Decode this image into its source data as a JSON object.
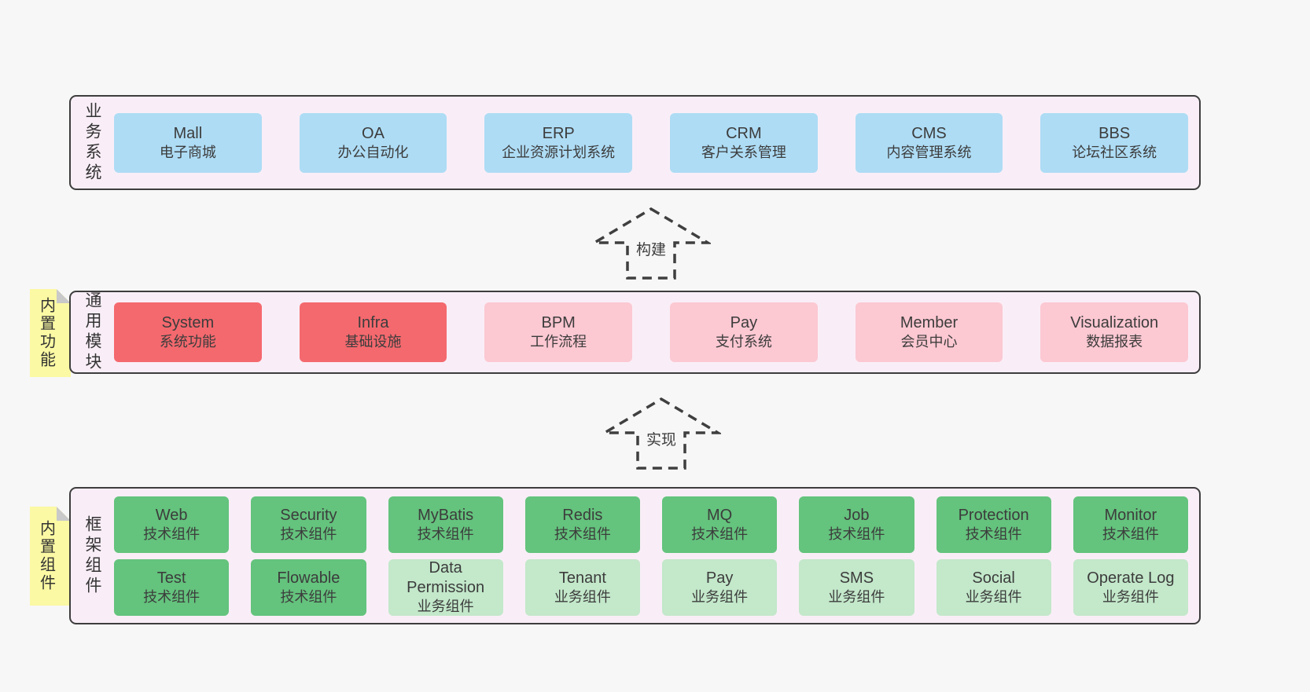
{
  "palette": {
    "page_bg": "#f7f7f7",
    "panel_bg": "#f9eef7",
    "panel_border": "#3d3d3d",
    "blue_box": "#aedcf5",
    "red_box": "#f4696e",
    "pink_box": "#fcc8d2",
    "green_box": "#64c37d",
    "light_green_box": "#c3e8ca",
    "sticky_yellow": "#fbf9a3",
    "text": "#3c3c3c"
  },
  "business": {
    "label": "业务系统",
    "boxes": [
      {
        "en": "Mall",
        "zh": "电子商城"
      },
      {
        "en": "OA",
        "zh": "办公自动化"
      },
      {
        "en": "ERP",
        "zh": "企业资源计划系统"
      },
      {
        "en": "CRM",
        "zh": "客户关系管理"
      },
      {
        "en": "CMS",
        "zh": "内容管理系统"
      },
      {
        "en": "BBS",
        "zh": "论坛社区系统"
      }
    ]
  },
  "arrow_build": {
    "label": "构建"
  },
  "modules": {
    "label": "通用模块",
    "sticky": "内置功能",
    "boxes": [
      {
        "en": "System",
        "zh": "系统功能"
      },
      {
        "en": "Infra",
        "zh": "基础设施"
      },
      {
        "en": "BPM",
        "zh": "工作流程"
      },
      {
        "en": "Pay",
        "zh": "支付系统"
      },
      {
        "en": "Member",
        "zh": "会员中心"
      },
      {
        "en": "Visualization",
        "zh": "数据报表"
      }
    ]
  },
  "arrow_implement": {
    "label": "实现"
  },
  "components": {
    "label": "框架组件",
    "sticky": "内置组件",
    "row1": [
      {
        "en": "Web",
        "zh": "技术组件"
      },
      {
        "en": "Security",
        "zh": "技术组件"
      },
      {
        "en": "MyBatis",
        "zh": "技术组件"
      },
      {
        "en": "Redis",
        "zh": "技术组件"
      },
      {
        "en": "MQ",
        "zh": "技术组件"
      },
      {
        "en": "Job",
        "zh": "技术组件"
      },
      {
        "en": "Protection",
        "zh": "技术组件"
      },
      {
        "en": "Monitor",
        "zh": "技术组件"
      }
    ],
    "row2": [
      {
        "en": "Test",
        "zh": "技术组件"
      },
      {
        "en": "Flowable",
        "zh": "技术组件"
      },
      {
        "en": "Data Permission",
        "zh": "业务组件"
      },
      {
        "en": "Tenant",
        "zh": "业务组件"
      },
      {
        "en": "Pay",
        "zh": "业务组件"
      },
      {
        "en": "SMS",
        "zh": "业务组件"
      },
      {
        "en": "Social",
        "zh": "业务组件"
      },
      {
        "en": "Operate Log",
        "zh": "业务组件"
      }
    ]
  }
}
